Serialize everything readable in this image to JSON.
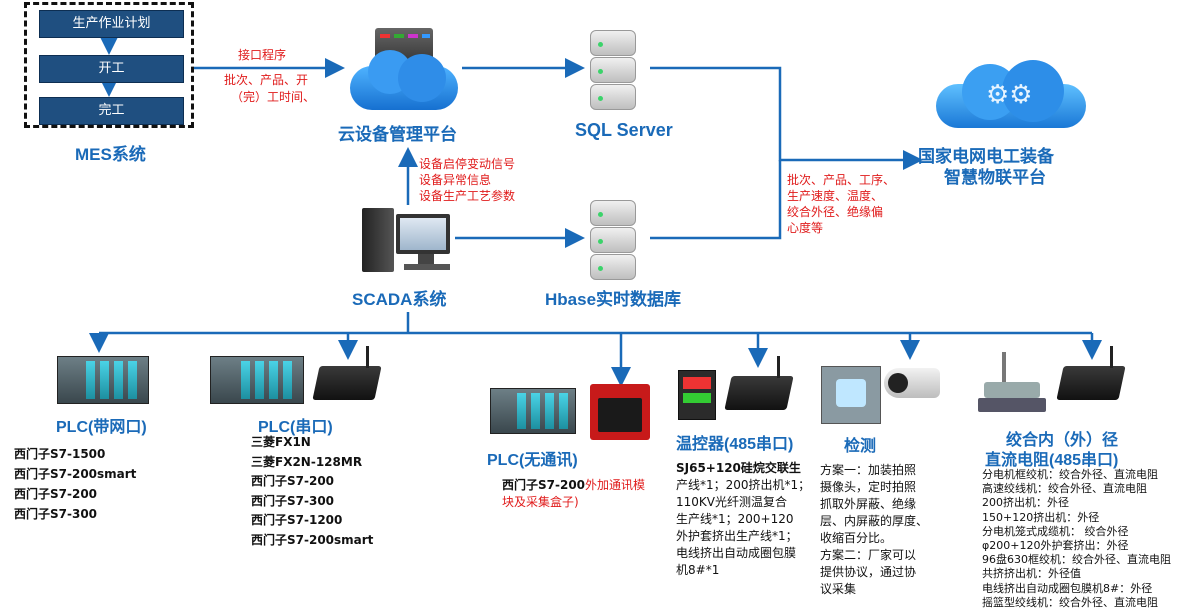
{
  "mes": {
    "plan": "生产作业计划",
    "start": "开工",
    "finish": "完工",
    "title": "MES系统"
  },
  "interface": {
    "label": "接口程序",
    "fields_line1": "批次、产品、开",
    "fields_line2": "（完）工时间、"
  },
  "cloud": {
    "title": "云设备管理平台"
  },
  "sql": {
    "title": "SQL Server"
  },
  "hbase": {
    "title": "Hbase实时数据库"
  },
  "scada": {
    "title": "SCADA系统"
  },
  "scada_signals": {
    "line1": "设备启停变动信号",
    "line2": "设备异常信息",
    "line3": "设备生产工艺参数"
  },
  "grid_platform": {
    "title_line1": "国家电网电工装备",
    "title_line2": "智慧物联平台"
  },
  "grid_fields": {
    "line1": "批次、产品、工序、",
    "line2": "生产速度、温度、",
    "line3": "绞合外径、绝缘偏",
    "line4": "心度等"
  },
  "plc_net": {
    "title": "PLC(带网口)",
    "items": [
      "西门子S7-1500",
      "西门子S7-200smart",
      "西门子S7-200",
      "西门子S7-300"
    ]
  },
  "plc_serial": {
    "title": "PLC(串口)",
    "items": [
      "三菱FX1N",
      "三菱FX2N-128MR",
      "西门子S7-200",
      "西门子S7-300",
      "西门子S7-1200",
      "西门子S7-200smart"
    ]
  },
  "plc_none": {
    "title": "PLC(无通讯)",
    "item_bold": "西门子S7-200",
    "item_red_line1": "外加通讯模",
    "item_red_line2": "块及采集盒子)"
  },
  "temp": {
    "title": "温控器(485串口)",
    "lines": [
      "SJ65+120硅烷交联生",
      "产线*1；200挤出机*1；",
      "110KV光纤测温复合",
      "生产线*1；200+120",
      "外护套挤出生产线*1；",
      "电线挤出自动成圈包膜",
      "机8#*1"
    ]
  },
  "detect": {
    "title": "检测",
    "lines": [
      "方案一：加装拍照",
      "摄像头，定时拍照",
      "抓取外屏蔽、绝缘",
      "层、内屏蔽的厚度、",
      "收缩百分比。",
      "方案二：厂家可以",
      "提供协议，通过协",
      "议采集"
    ]
  },
  "twist": {
    "title_line1": "绞合内（外）径",
    "title_line2": "直流电阻(485串口)",
    "lines": [
      "分电机框绞机：绞合外径、直流电阻",
      "高速绞线机：绞合外径、直流电阻",
      "200挤出机：外径",
      "150+120挤出机：外径",
      "分电机笼式成缆机：  绞合外径",
      "φ200+120外护套挤出：外径",
      "96盘630框绞机：绞合外径、直流电阻",
      "共挤挤出机：外径值",
      "电线挤出自动成圈包膜机8#：外径",
      "摇篮型绞线机：绞合外径、直流电阻"
    ]
  },
  "colors": {
    "line": "#1a6ab8",
    "title": "#1a6ab8",
    "red": "#e01b1b",
    "mes_button": "#1f4f80"
  }
}
